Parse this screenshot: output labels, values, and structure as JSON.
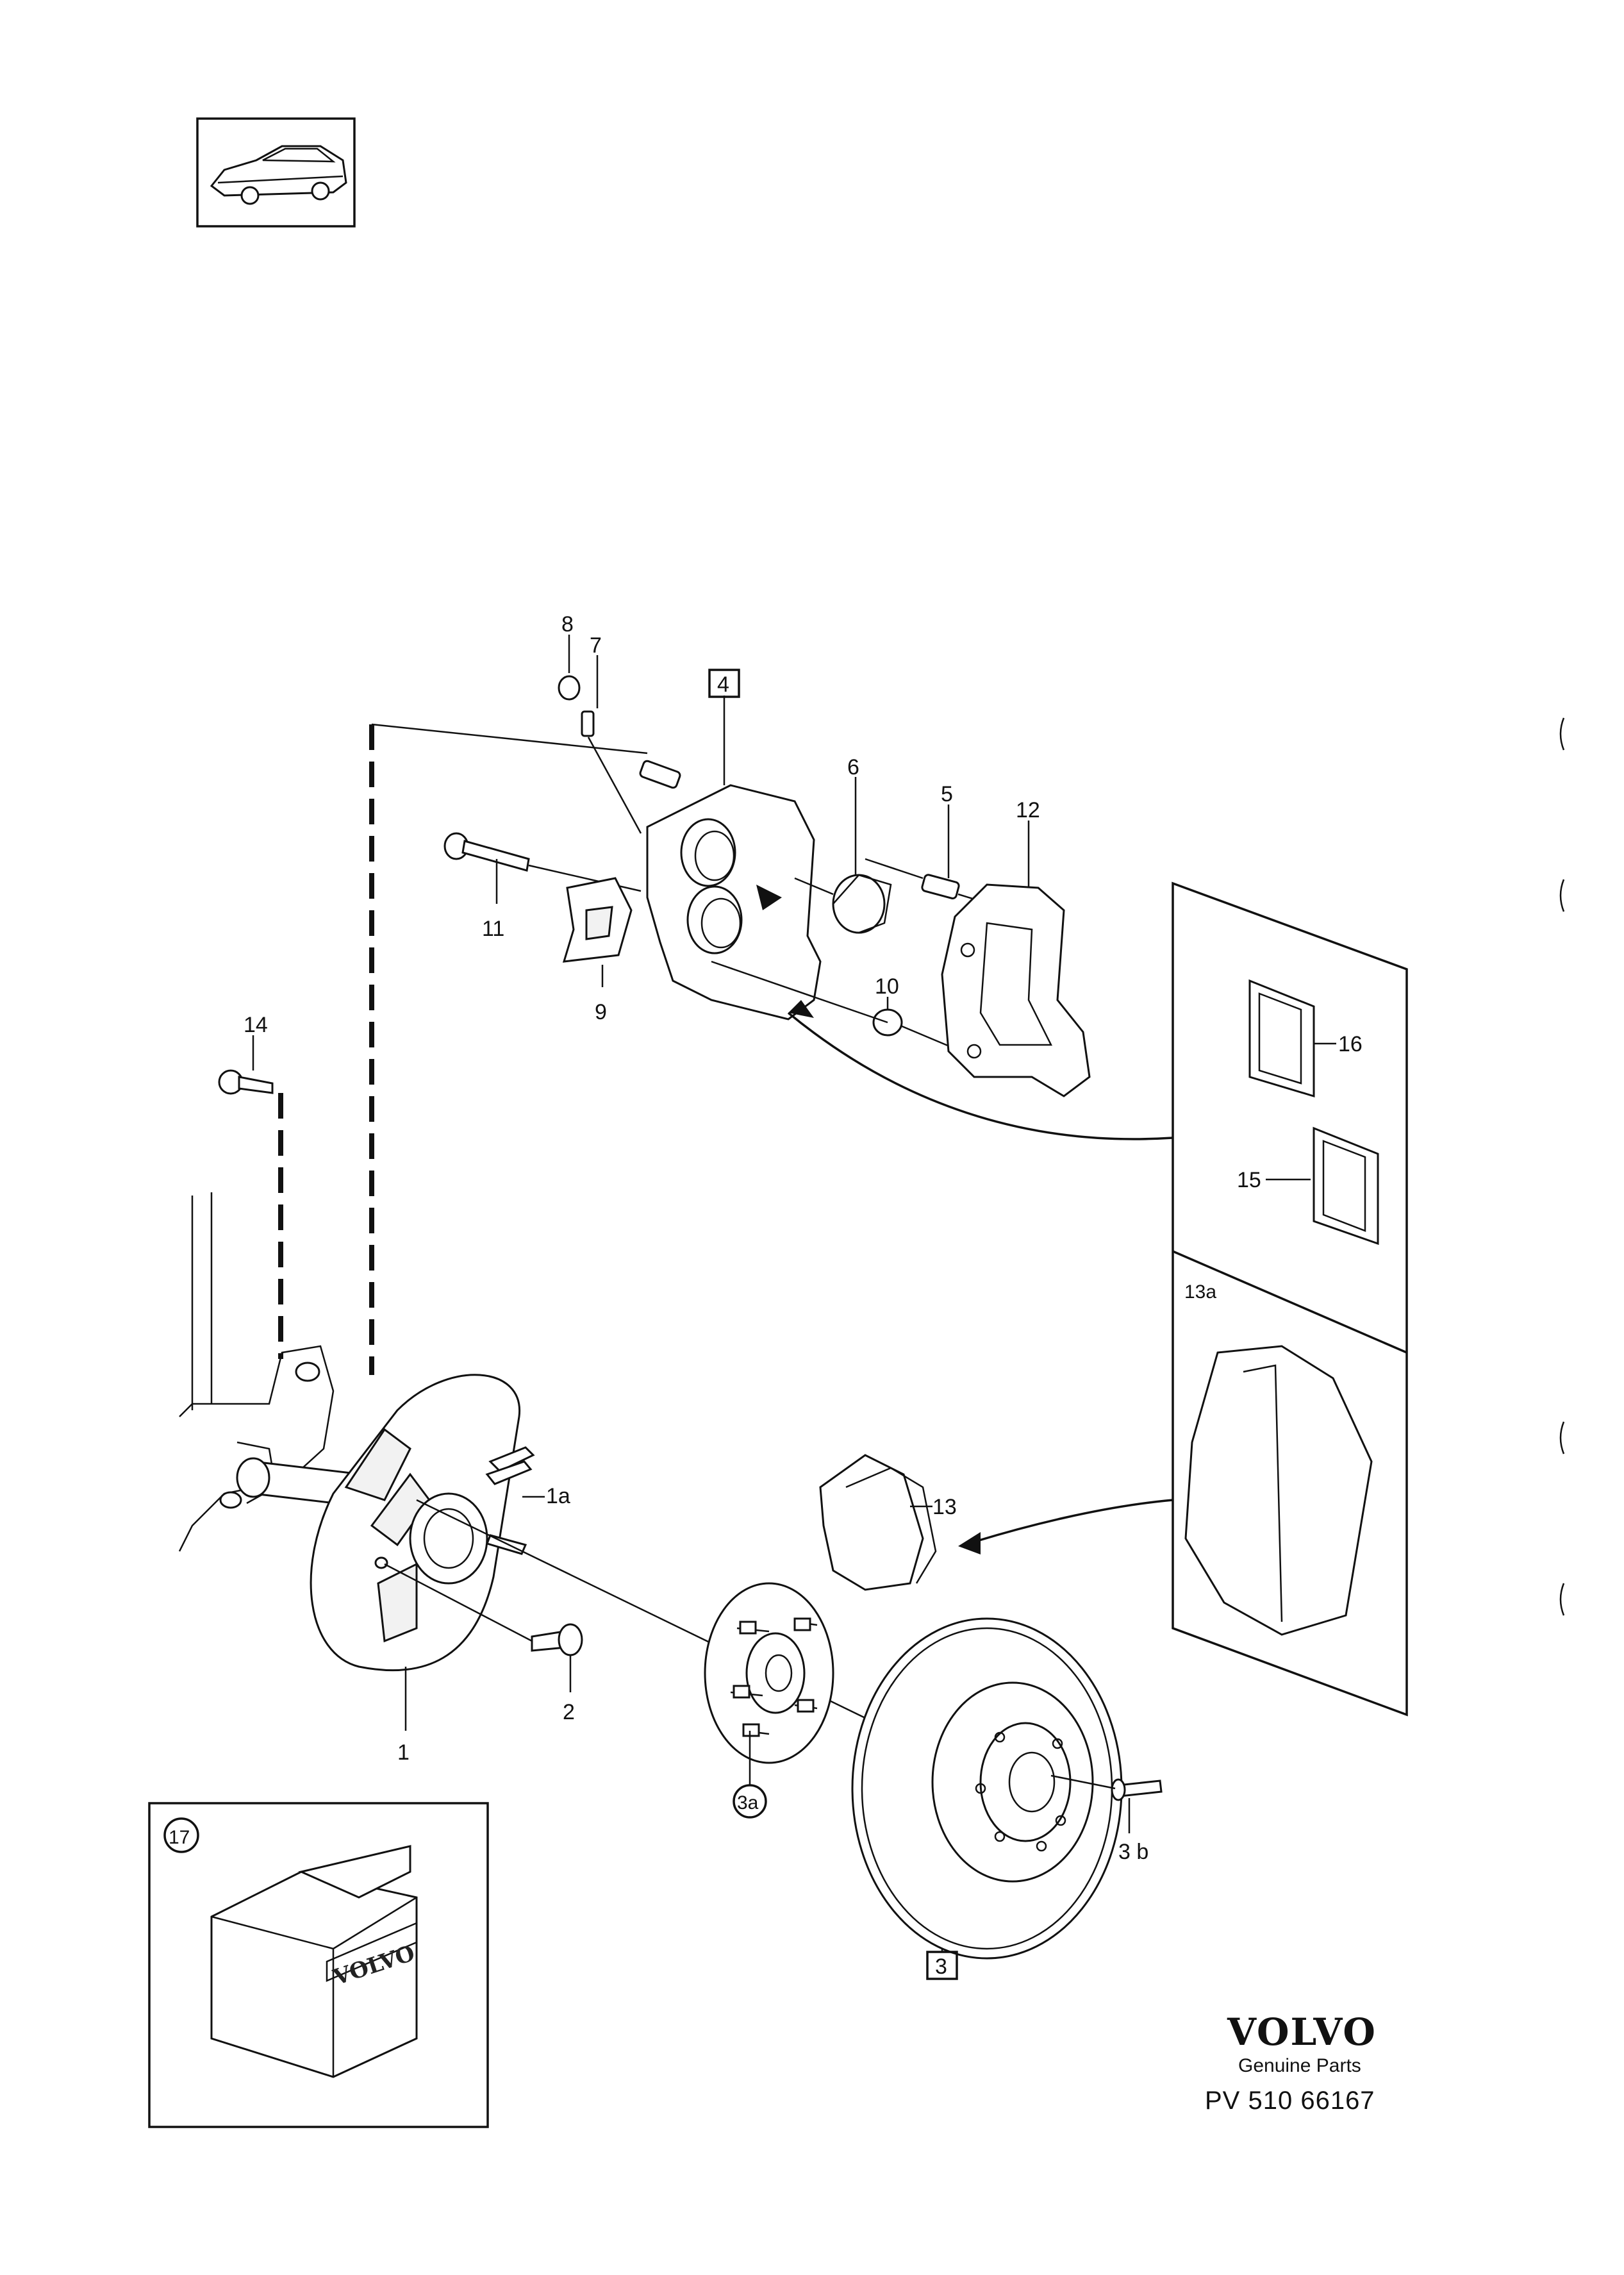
{
  "brand": {
    "name": "VOLVO",
    "tagline": "Genuine Parts",
    "publication": "PV 510 66167"
  },
  "box_print": "VOLVO",
  "callouts": {
    "p1": "1",
    "p1a": "1a",
    "p2": "2",
    "p3": "3",
    "p3a": "3a",
    "p3b": "3 b",
    "p4": "4",
    "p5": "5",
    "p6": "6",
    "p7": "7",
    "p8": "8",
    "p9": "9",
    "p10": "10",
    "p11": "11",
    "p12": "12",
    "p13": "13",
    "p13a": "13a",
    "p14": "14",
    "p15": "15",
    "p16": "16",
    "p17": "17"
  }
}
